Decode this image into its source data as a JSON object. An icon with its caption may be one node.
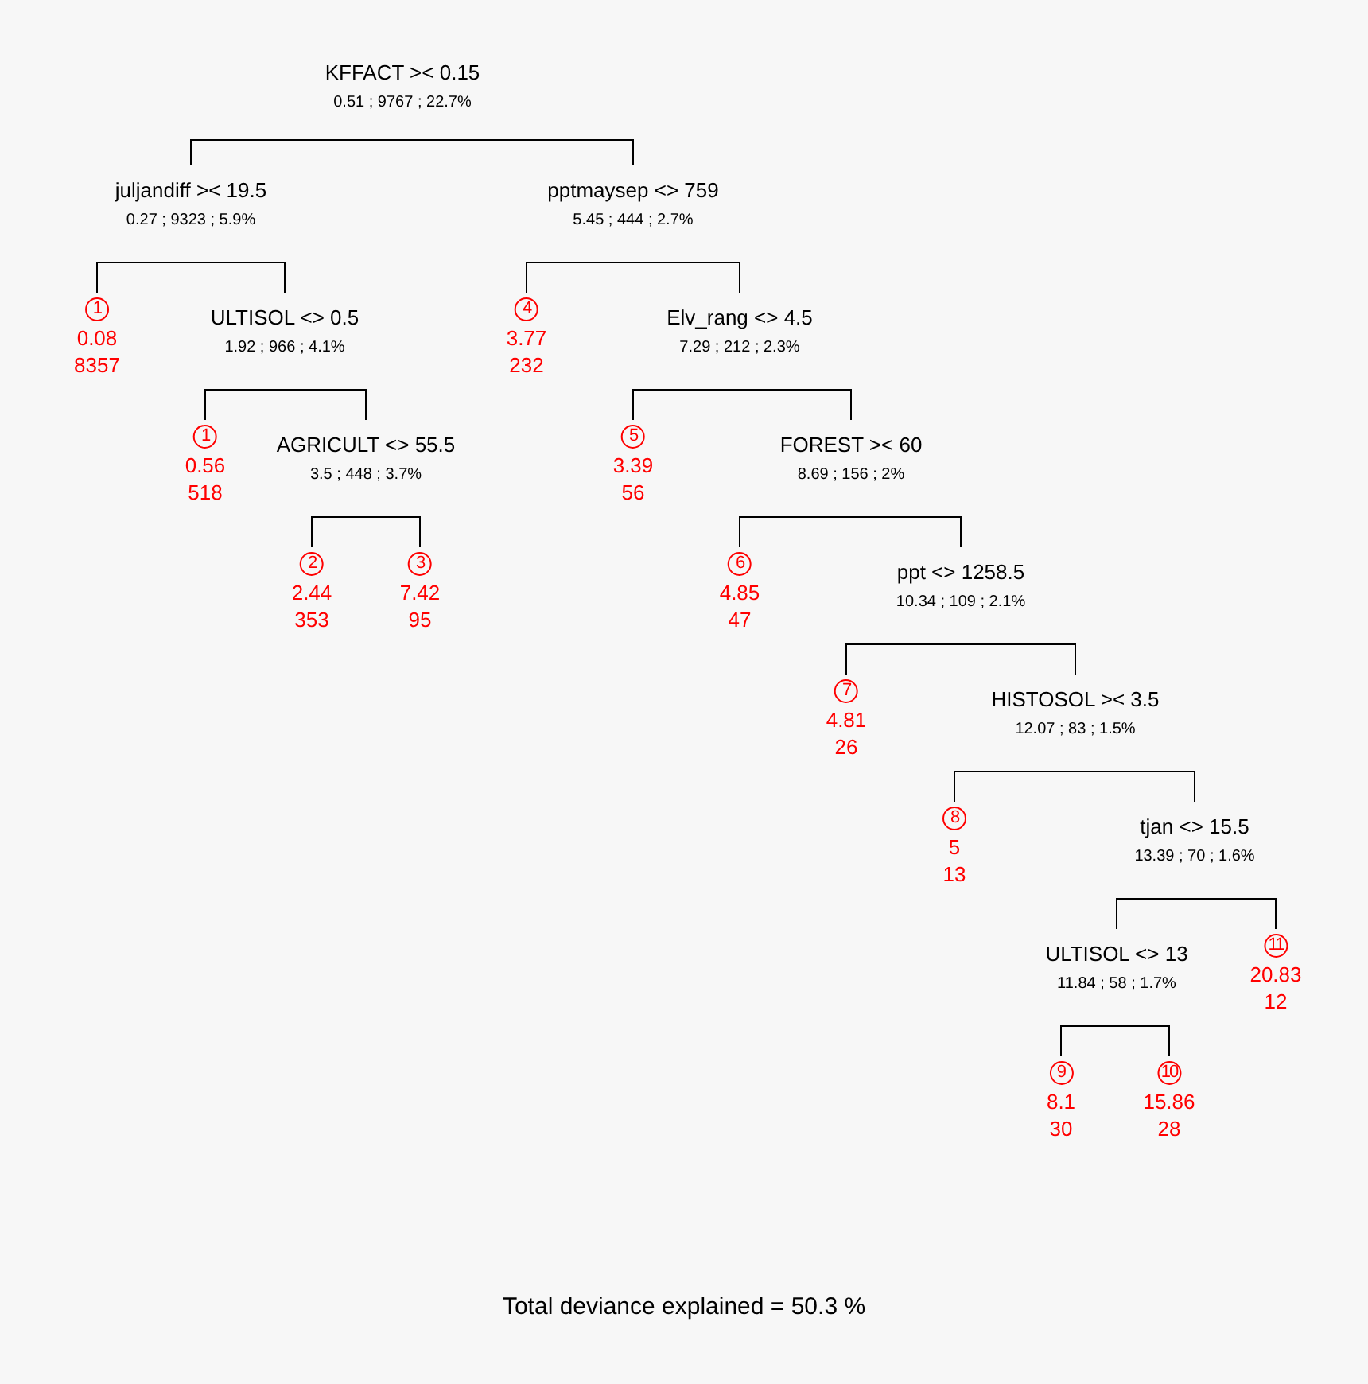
{
  "diagram": {
    "caption": "Total deviance explained = 50.3 %",
    "nodes": [
      {
        "text": [
          "KFFACT >< 0.15",
          "0.51 ; 9767 ; 22.7%"
        ]
      },
      {
        "text": [
          "juljandiff >< 19.5",
          "0.27 ; 9323 ; 5.9%"
        ]
      },
      {
        "text": [
          "pptmaysep <> 759",
          "5.45 ; 444 ; 2.7%"
        ]
      },
      {
        "text": [
          "1",
          "0.08",
          "8357"
        ]
      },
      {
        "text": [
          "ULTISOL <> 0.5",
          "1.92 ; 966 ; 4.1%"
        ]
      },
      {
        "text": [
          "4",
          "3.77",
          "232"
        ]
      },
      {
        "text": [
          "Elv_rang <> 4.5",
          "7.29 ; 212 ; 2.3%"
        ]
      },
      {
        "text": [
          "1",
          "0.56",
          "518"
        ]
      },
      {
        "text": [
          "AGRICULT <> 55.5",
          "3.5 ; 448 ; 3.7%"
        ]
      },
      {
        "text": [
          "5",
          "3.39",
          "56"
        ]
      },
      {
        "text": [
          "FOREST >< 60",
          "8.69 ; 156 ; 2%"
        ]
      },
      {
        "text": [
          "2",
          "2.44",
          "353"
        ]
      },
      {
        "text": [
          "3",
          "7.42",
          "95"
        ]
      },
      {
        "text": [
          "6",
          "4.85",
          "47"
        ]
      },
      {
        "text": [
          "ppt <> 1258.5",
          "10.34 ; 109 ; 2.1%"
        ]
      },
      {
        "text": [
          "7",
          "4.81",
          "26"
        ]
      },
      {
        "text": [
          "HISTOSOL >< 3.5",
          "12.07 ; 83 ; 1.5%"
        ]
      },
      {
        "text": [
          "8",
          "5",
          "13"
        ]
      },
      {
        "text": [
          "tjan <> 15.5",
          "13.39 ; 70 ; 1.6%"
        ]
      },
      {
        "text": [
          "ULTISOL <> 13",
          "11.84 ; 58 ; 1.7%"
        ]
      },
      {
        "text": [
          "11",
          "20.83",
          "12"
        ]
      },
      {
        "text": [
          "9",
          "8.1",
          "30"
        ]
      },
      {
        "text": [
          "10",
          "15.86",
          "28"
        ]
      }
    ],
    "edges": [
      {
        "from": 0,
        "to": 1,
        "arrow": "none"
      },
      {
        "from": 0,
        "to": 2,
        "arrow": "none"
      },
      {
        "from": 1,
        "to": 3,
        "arrow": "none"
      },
      {
        "from": 1,
        "to": 4,
        "arrow": "none"
      },
      {
        "from": 2,
        "to": 5,
        "arrow": "none"
      },
      {
        "from": 2,
        "to": 6,
        "arrow": "none"
      },
      {
        "from": 4,
        "to": 7,
        "arrow": "none"
      },
      {
        "from": 4,
        "to": 8,
        "arrow": "none"
      },
      {
        "from": 6,
        "to": 9,
        "arrow": "none"
      },
      {
        "from": 6,
        "to": 10,
        "arrow": "none"
      },
      {
        "from": 8,
        "to": 11,
        "arrow": "none"
      },
      {
        "from": 8,
        "to": 12,
        "arrow": "none"
      },
      {
        "from": 10,
        "to": 13,
        "arrow": "none"
      },
      {
        "from": 10,
        "to": 14,
        "arrow": "none"
      },
      {
        "from": 14,
        "to": 15,
        "arrow": "none"
      },
      {
        "from": 14,
        "to": 16,
        "arrow": "none"
      },
      {
        "from": 16,
        "to": 17,
        "arrow": "none"
      },
      {
        "from": 16,
        "to": 18,
        "arrow": "none"
      },
      {
        "from": 18,
        "to": 19,
        "arrow": "none"
      },
      {
        "from": 18,
        "to": 20,
        "arrow": "none"
      },
      {
        "from": 19,
        "to": 21,
        "arrow": "none"
      },
      {
        "from": 19,
        "to": 22,
        "arrow": "none"
      }
    ]
  }
}
